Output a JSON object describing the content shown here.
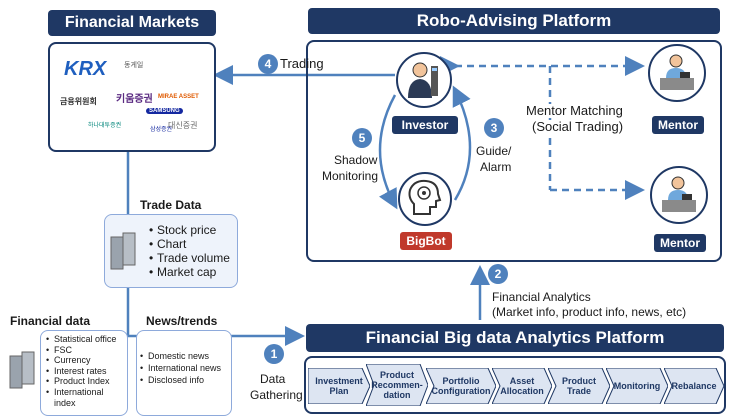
{
  "financial_markets": {
    "title": "Financial Markets",
    "logos": [
      "KRX",
      "동게일",
      "금융위원회",
      "키움증권",
      "MIRAE ASSET",
      "SAMSUNG",
      "하나대투증권",
      "삼성증권",
      "대신증권"
    ]
  },
  "robo_platform": {
    "title": "Robo-Advising Platform"
  },
  "nodes": {
    "investor": "Investor",
    "bigbot": "BigBot",
    "mentor_top": "Mentor",
    "mentor_bottom": "Mentor"
  },
  "labels": {
    "trading": "Trading",
    "shadow_monitoring_1": "Shadow",
    "shadow_monitoring_2": "Monitoring",
    "guide_alarm_1": "Guide/",
    "guide_alarm_2": "Alarm",
    "mentor_matching_1": "Mentor Matching",
    "mentor_matching_2": "(Social Trading)",
    "financial_analytics_1": "Financial Analytics",
    "financial_analytics_2": "(Market info, product info, news, etc)",
    "data_gathering_1": "Data",
    "data_gathering_2": "Gathering"
  },
  "numbers": {
    "n1": "1",
    "n2": "2",
    "n3": "3",
    "n4": "4",
    "n5": "5"
  },
  "trade_data": {
    "title": "Trade Data",
    "items": [
      "Stock price",
      "Chart",
      "Trade volume",
      "Market cap"
    ]
  },
  "financial_data": {
    "title": "Financial data",
    "items": [
      "Statistical office",
      "FSC",
      "Currency",
      "Interest rates",
      "Product Index",
      "International index"
    ]
  },
  "news": {
    "title": "News/trends",
    "items": [
      "Domestic news",
      "International news",
      "Disclosed info"
    ]
  },
  "bigdata_platform": {
    "title": "Financial Big data Analytics Platform",
    "steps": [
      [
        "Investment",
        "Plan"
      ],
      [
        "Product",
        "Recommen-",
        "dation"
      ],
      [
        "Portfolio",
        "Configuration"
      ],
      [
        "Asset",
        "Allocation"
      ],
      [
        "Product",
        "Trade"
      ],
      [
        "Monitoring"
      ],
      [
        "Rebalance"
      ]
    ]
  },
  "colors": {
    "navy": "#1f3864",
    "accent_blue": "#4f81bd",
    "light_box": "#eef3fb",
    "bigbot_red": "#c0392b"
  }
}
